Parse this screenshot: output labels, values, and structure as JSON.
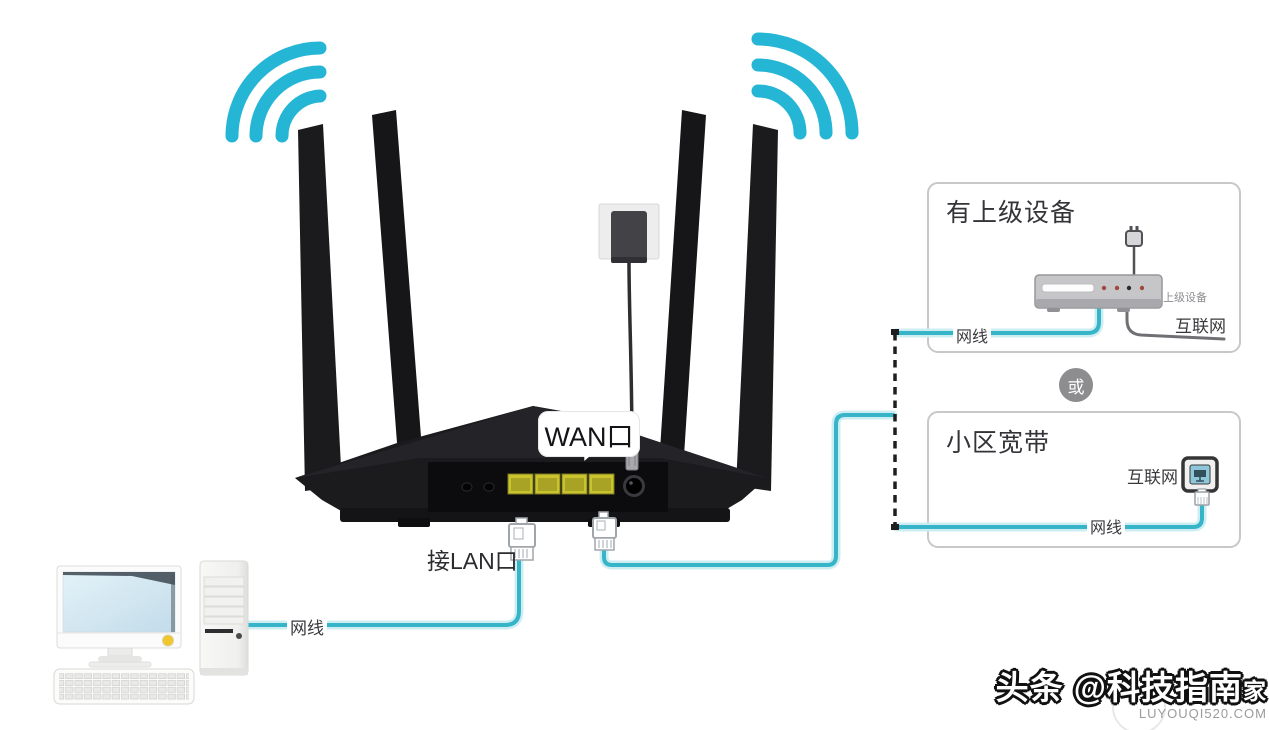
{
  "router": {
    "wan_bubble": "WAN口",
    "lan_note": "接LAN口"
  },
  "cable_labels": {
    "pc": "网线",
    "upper": "网线",
    "lower": "网线"
  },
  "or_badge": "或",
  "upper_option": {
    "title": "有上级设备",
    "device_caption": "上级设备",
    "internet": "互联网"
  },
  "lower_option": {
    "title": "小区宽带",
    "internet": "互联网"
  },
  "watermark": {
    "channel": "头条 @科技指南",
    "suffix": "家",
    "site": "LUYOUQI520.COM"
  },
  "icons": {
    "wifi_left": "wifi-signal-arcs",
    "wifi_right": "wifi-signal-arcs",
    "power_adapter": "wall-power-adapter",
    "lan_plug": "rj45-connector",
    "wan_plug": "rj45-connector",
    "wall_socket": "ethernet-wall-socket",
    "upstream_device": "modem-box",
    "computer": "desktop-pc"
  },
  "colors": {
    "cable_teal": "#36b5c9",
    "cable_halo": "#cdedf3",
    "wifi_cyan": "#25b6d6",
    "router_black": "#1b1b1e",
    "port_yellow": "#c9c42e",
    "box_border": "#c8c8c8",
    "badge_gray": "#8d8d8f",
    "dash_black": "#1e1e20"
  }
}
